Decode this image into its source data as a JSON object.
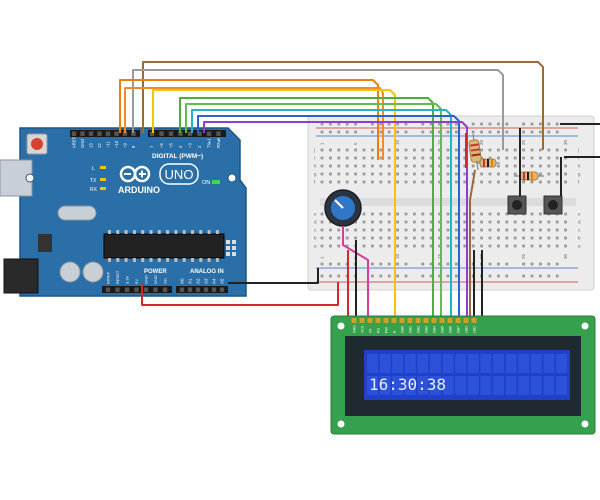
{
  "arduino": {
    "brand": "ARDUINO",
    "model": "UNO",
    "digital_label": "DIGITAL (PWM~)",
    "power_label": "POWER",
    "analog_label": "ANALOG IN",
    "on_label": "ON",
    "led_l": "L",
    "led_tx": "TX",
    "led_rx": "RX",
    "top_pins": [
      "AREF",
      "GND",
      "13",
      "12",
      "~11",
      "~10",
      "~9",
      "8",
      "7",
      "~6",
      "~5",
      "4",
      "~3",
      "2",
      "TX▸1",
      "RX◂0"
    ],
    "power_pins": [
      "IOREF",
      "RESET",
      "3.3V",
      "5V",
      "GND",
      "GND",
      "Vin"
    ],
    "analog_pins": [
      "A0",
      "A1",
      "A2",
      "A3",
      "A4",
      "A5"
    ]
  },
  "breadboard": {
    "col_numbers": [
      "1",
      "5",
      "10",
      "15",
      "20",
      "25",
      "30"
    ],
    "row_letters_top": [
      "j",
      "i",
      "h",
      "g",
      "f"
    ],
    "row_letters_bottom": [
      "e",
      "d",
      "c",
      "b",
      "a"
    ]
  },
  "lcd": {
    "pins": [
      "GND",
      "VCC",
      "V0",
      "RS",
      "RW",
      "E",
      "DB0",
      "DB1",
      "DB2",
      "DB3",
      "DB4",
      "DB5",
      "DB6",
      "DB7",
      "LED",
      "LED"
    ],
    "display_text": "16:30:38"
  },
  "colors": {
    "board": "#2a6fa8",
    "lcd_pcb": "#35a04d",
    "lcd_screen": "#2040c8",
    "wire_orange": "#e8820c",
    "wire_yellow": "#f2c50d",
    "wire_green": "#4caf3c",
    "wire_cyan": "#1fb4c8",
    "wire_blue": "#2a62d0",
    "wire_purple": "#8a3fd0",
    "wire_gray": "#9a9a9a",
    "wire_brown": "#9a6a3a",
    "wire_red": "#d62828",
    "wire_black": "#222222",
    "wire_pink": "#d63c9a"
  }
}
